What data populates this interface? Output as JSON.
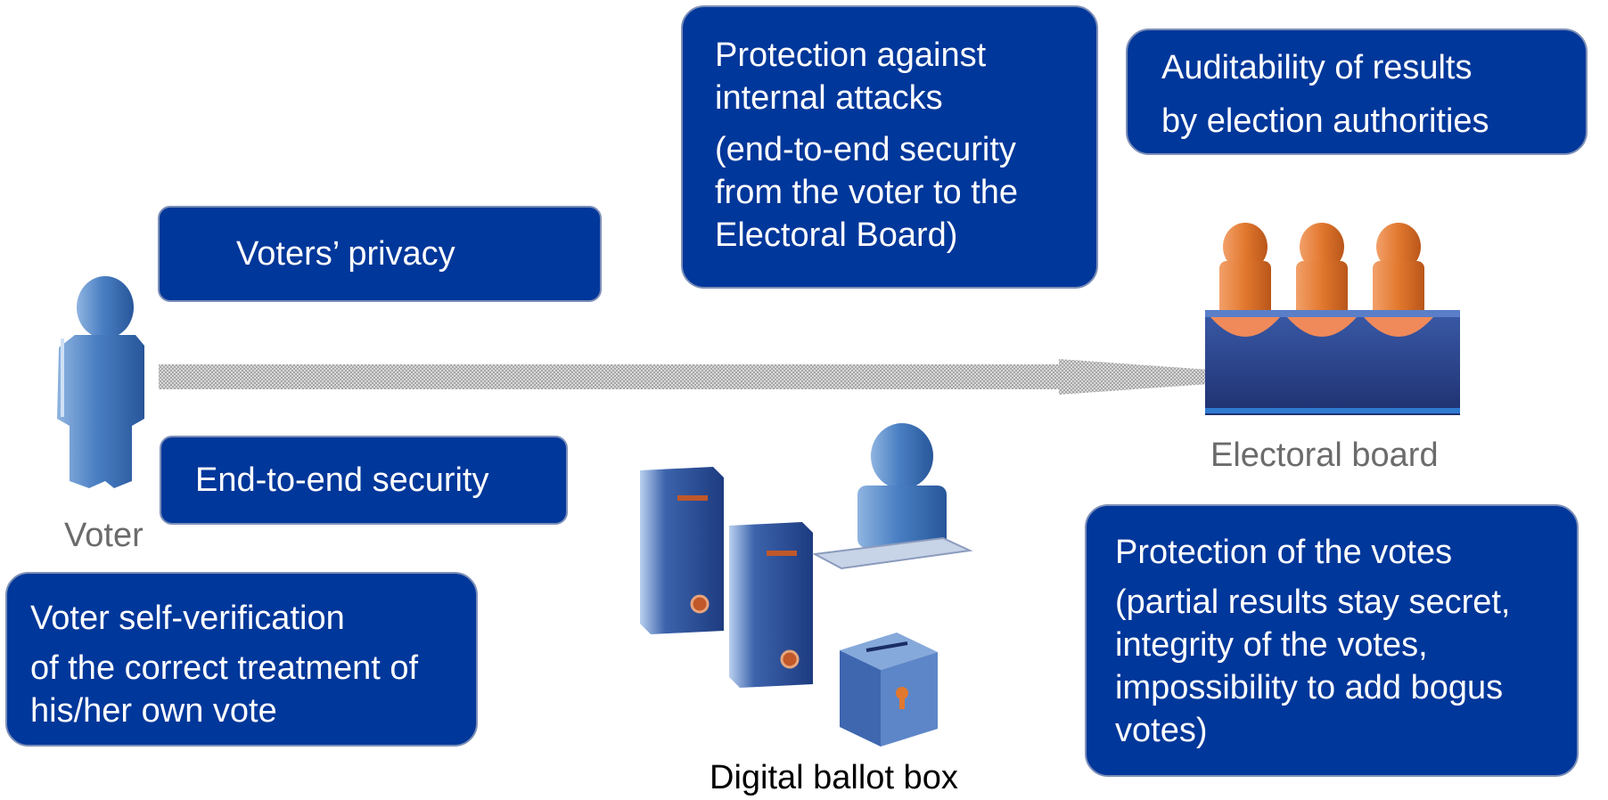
{
  "boxes": {
    "internal": {
      "line1": "Protection against",
      "line2": "internal attacks",
      "line3": "(end-to-end security",
      "line4": "from the voter to the",
      "line5": "Electoral Board)"
    },
    "audit": {
      "line1": "Auditability of results",
      "line2": "by election authorities"
    },
    "privacy": {
      "line1": "Voters’ privacy"
    },
    "e2e": {
      "line1": "End-to-end security"
    },
    "selfverify": {
      "line1": "Voter self-verification",
      "line2": "of the correct treatment of",
      "line3": "his/her own vote"
    },
    "votes": {
      "line1": "Protection of the votes",
      "line2": "(partial results stay secret,",
      "line3": "integrity of the votes,",
      "line4": "impossibility to add bogus",
      "line5": "votes)"
    }
  },
  "labels": {
    "voter": "Voter",
    "board": "Electoral board",
    "ballot": "Digital ballot box"
  },
  "icons": {
    "voter": "person-icon",
    "board": "electoral-board-icon",
    "servers": "server-icon",
    "operator": "person-icon",
    "ballot_box": "digital-ballot-box-icon",
    "arrow": "arrow-right-icon"
  },
  "colors": {
    "box_fill": "#00379a",
    "person_blue": "#3f6fb2",
    "person_orange": "#e2782e",
    "label_gray": "#6b6b6b"
  }
}
